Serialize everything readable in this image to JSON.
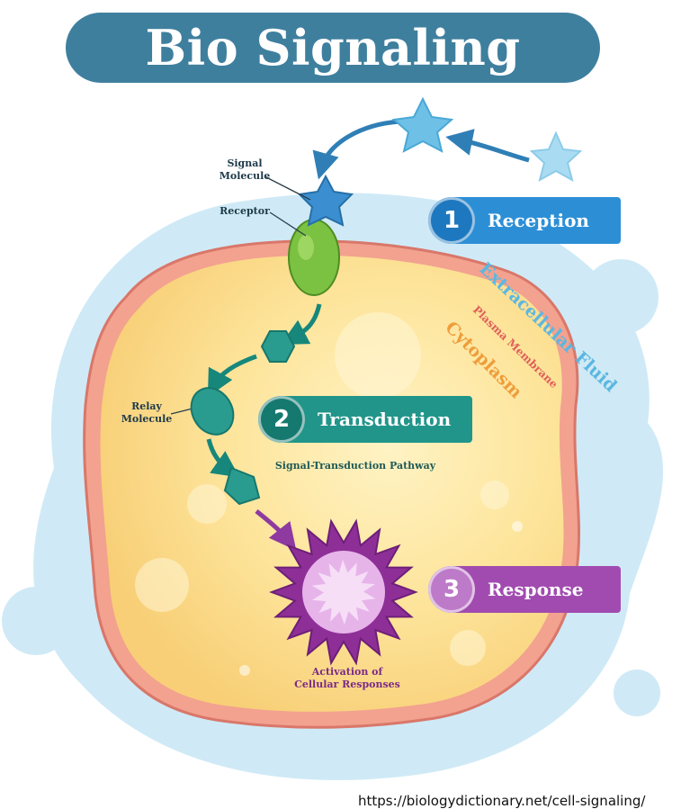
{
  "title": "Bio Signaling",
  "labels": {
    "signal_molecule_line1": "Signal",
    "signal_molecule_line2": "Molecule",
    "receptor": "Receptor",
    "relay_line1": "Relay",
    "relay_line2": "Molecule",
    "pathway": "Signal-Transduction Pathway",
    "activation_line1": "Activation of",
    "activation_line2": "Cellular Responses",
    "extracellular_fluid": "Extracellular Fluid",
    "plasma_membrane": "Plasma Membrane",
    "cytoplasm": "Cytoplasm"
  },
  "steps": [
    {
      "number": "1",
      "label": "Reception"
    },
    {
      "number": "2",
      "label": "Transduction"
    },
    {
      "number": "3",
      "label": "Response"
    }
  ],
  "source": "https://biologydictionary.net/cell-signaling/",
  "colors": {
    "title_banner": "#3f7f9e",
    "reception": "#2c8fd6",
    "transduction": "#21958a",
    "response": "#a14bb0",
    "extracellular": "#cfeaf6",
    "membrane": "#e88c7d",
    "cytoplasm": "#fde49a"
  }
}
